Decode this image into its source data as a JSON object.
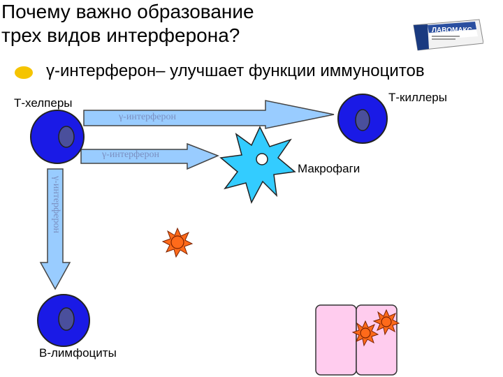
{
  "title": "Почему важно образование\nтрех видов интерферона?",
  "bullet": {
    "text": "γ-интерферон– улучшает функции иммуноцитов",
    "color": "#f5c400"
  },
  "cells": {
    "t_helpers": "Т-хелперы",
    "t_killers": "Т-киллеры",
    "macrophages": "Макрофаги",
    "b_lymphocytes": "В-лимфоциты"
  },
  "arrows": {
    "to_killers": "γ-интерферон",
    "to_macrophage": "γ-интерферон",
    "to_b_cells": "γ-интерферон"
  },
  "product": {
    "name": "ЛАВОМАКС"
  },
  "colors": {
    "cell_fill": "#1a1ae6",
    "nucleus_fill": "#4a4f9c",
    "arrow_fill": "#99ccff",
    "macrophage_fill": "#33ccff",
    "tissue_fill": "#ffccee",
    "virus_fill": "#ff6a1a"
  }
}
